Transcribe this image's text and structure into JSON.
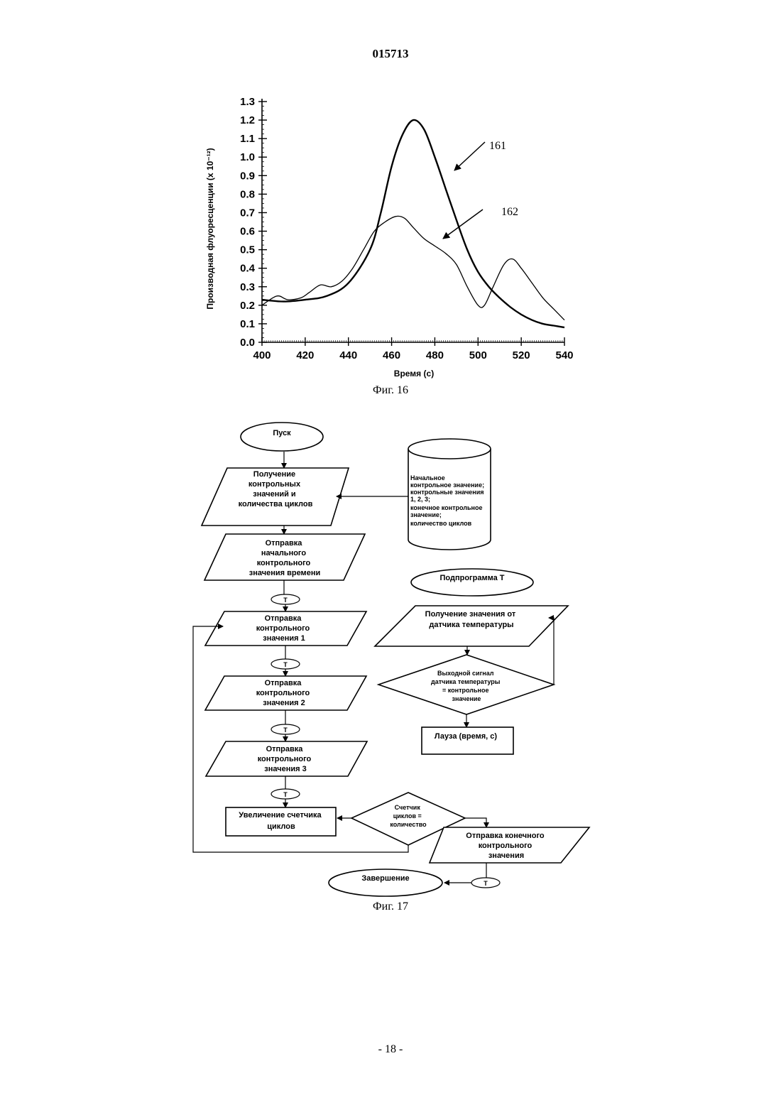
{
  "page": {
    "patent_number": "015713",
    "page_number": "- 18 -"
  },
  "fig16": {
    "caption": "Фиг. 16",
    "callout_a": "161",
    "callout_b": "162"
  },
  "chart_data": {
    "type": "line",
    "title": "",
    "xlabel": "Время (с)",
    "ylabel": "Производная флуоресценции (x 10⁻¹²)",
    "xlim": [
      400,
      540
    ],
    "ylim": [
      0.0,
      1.3
    ],
    "xticks": [
      "400",
      "420",
      "440",
      "460",
      "480",
      "500",
      "520",
      "540"
    ],
    "yticks": [
      "0.0",
      "0.1",
      "0.2",
      "0.3",
      "0.4",
      "0.5",
      "0.6",
      "0.7",
      "0.8",
      "0.9",
      "1.0",
      "1.1",
      "1.2",
      "1.3"
    ],
    "grid": false,
    "series": [
      {
        "name": "161",
        "color": "#000000",
        "x": [
          400,
          410,
          420,
          430,
          440,
          450,
          455,
          460,
          465,
          470,
          475,
          480,
          485,
          490,
          495,
          500,
          505,
          510,
          515,
          520,
          525,
          530,
          535,
          540
        ],
        "y": [
          0.23,
          0.22,
          0.23,
          0.25,
          0.32,
          0.5,
          0.7,
          0.95,
          1.12,
          1.2,
          1.15,
          1.0,
          0.83,
          0.66,
          0.5,
          0.38,
          0.3,
          0.24,
          0.19,
          0.15,
          0.12,
          0.1,
          0.09,
          0.08
        ]
      },
      {
        "name": "162",
        "color": "#000000",
        "x": [
          400,
          405,
          408,
          412,
          418,
          422,
          427,
          432,
          437,
          442,
          447,
          452,
          457,
          462,
          466,
          470,
          475,
          480,
          485,
          490,
          495,
          500,
          503,
          507,
          512,
          516,
          520,
          525,
          530,
          535,
          540
        ],
        "y": [
          0.2,
          0.24,
          0.25,
          0.23,
          0.24,
          0.27,
          0.31,
          0.3,
          0.33,
          0.4,
          0.5,
          0.6,
          0.65,
          0.68,
          0.67,
          0.62,
          0.56,
          0.52,
          0.48,
          0.42,
          0.3,
          0.2,
          0.2,
          0.3,
          0.42,
          0.45,
          0.4,
          0.32,
          0.24,
          0.18,
          0.12
        ]
      }
    ]
  },
  "fig17": {
    "caption": "Фиг. 17",
    "start": "Пуск",
    "get_values": [
      "Получение",
      "контрольных",
      "значений и",
      "количества циклов"
    ],
    "database": [
      "Начальное",
      "контрольное значение;",
      "контрольные значения",
      "1, 2, 3;",
      " конечное контрольное",
      "значение;",
      "количество циклов"
    ],
    "send_initial": [
      "Отправка",
      "начального",
      "контрольного",
      "значения времени"
    ],
    "send_1": [
      "Отправка",
      "контрольного",
      "значения 1"
    ],
    "send_2": [
      "Отправка",
      "контрольного",
      "значения 2"
    ],
    "send_3": [
      "Отправка",
      "контрольного",
      "значения 3"
    ],
    "increment": [
      "Увеличение счетчика",
      "циклов"
    ],
    "decision_cycles": [
      "Счетчик",
      "циклов =",
      "количество"
    ],
    "send_final": [
      "Отправка конечного",
      "контрольного",
      "значения"
    ],
    "end": "Завершение",
    "subroutine_label": "Т",
    "subroutine_title": "Подпрограмма Т",
    "get_temp": [
      "Получение значения от",
      "датчика температуры"
    ],
    "decision_temp": [
      "Выходной сигнал",
      "датчика температуры",
      "= контрольное",
      "значение"
    ],
    "pause": "Лауза (время, с)"
  }
}
